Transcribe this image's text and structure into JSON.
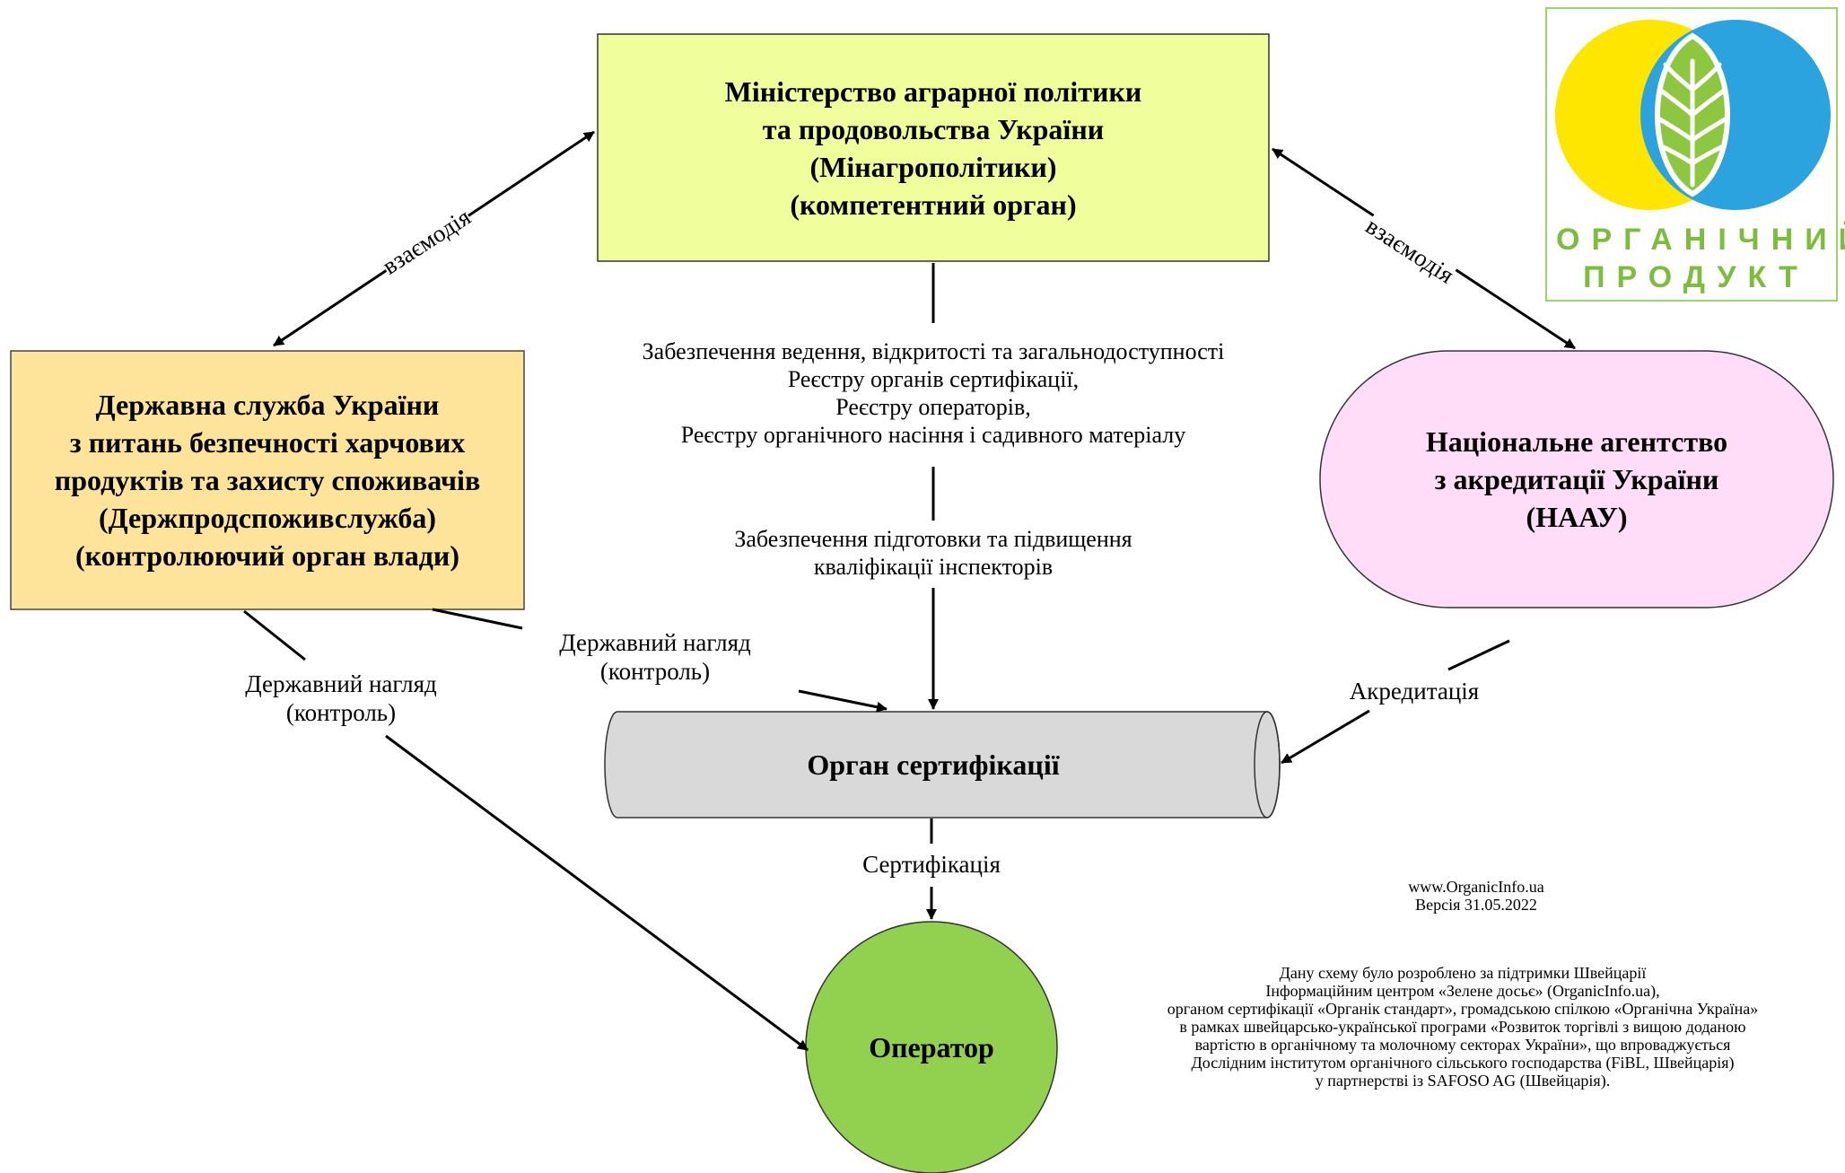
{
  "nodes": {
    "ministry": "Міністерство аграрної політики\nта продовольства України\n(Мінагрополітики)\n(компетентний орган)",
    "state_service": "Державна служба України\nз питань безпечності харчових\nпродуктів та захисту споживачів\n(Держпродспоживслужба)\n(контролюючий орган влади)",
    "naau": "Національне агентство\nз акредитації України\n(НААУ)",
    "certification_body": "Орган сертифікації",
    "operator": "Оператор"
  },
  "edges": {
    "interaction_left": "взаємодія",
    "interaction_right": "взаємодія",
    "registry": "Забезпечення ведення, відкритості та загальнодоступності\nРеєстру органів сертифікації,\nРеєстру операторів,\nРеєстру органічного насіння і садивного матеріалу",
    "training": "Забезпечення підготовки та підвищення\nкваліфікації інспекторів",
    "supervision_center": "Державний нагляд\n(контроль)",
    "supervision_left": "Державний нагляд\n(контроль)",
    "accreditation": "Акредитація",
    "certification": "Сертифікація"
  },
  "footer": {
    "site": "www.OrganicInfo.ua\nВерсія 31.05.2022",
    "credits": "Дану схему було розроблено за підтримки Швейцарії\nІнформаційним центром «Зелене досьє» (OrganicInfo.ua),\nорганом сертифікації «Органік стандарт», громадською спілкою «Органічна Україна»\nв рамках швейцарсько-української програми «Розвиток торгівлі з вищою доданою\nвартістю в органічному та молочному секторах України», що впроваджується\nДослідним інститутом органічного сільського господарства (FiBL, Швейцарія)\nу партнерстві із SAFOSO AG (Швейцарія)."
  },
  "logo": {
    "text": "ОРГАНІЧНИЙ\nПРОДУКТ",
    "colors": {
      "yellow": "#ffe600",
      "blue": "#2aa3df",
      "green": "#8dc63f",
      "text": "#7cbe3c"
    }
  },
  "colors": {
    "ministry_fill": "#f0ff9c",
    "state_service_fill": "#fde49a",
    "naau_fill": "#ffdcf8",
    "certification_fill": "#d9d9d9",
    "operator_fill": "#92d050"
  }
}
